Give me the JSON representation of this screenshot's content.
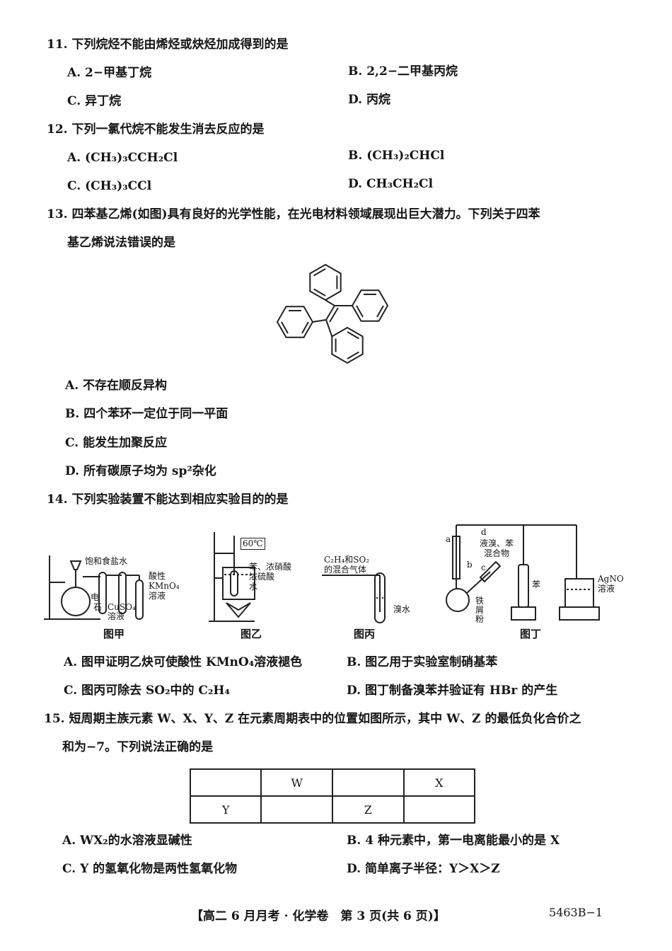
{
  "q11": {
    "stem": "11. 下列烷烃不能由烯烃或炔烃加成得到的是",
    "options": [
      "A. 2−甲基丁烷",
      "B. 2,2−二甲基丙烷",
      "C. 异丁烷",
      "D. 丙烷"
    ]
  },
  "q12": {
    "stem": "12. 下列一氯代烷不能发生消去反应的是",
    "options": [
      "A. (CH₃)₃CCH₂Cl",
      "B. (CH₃)₂CHCl",
      "C. (CH₃)₃CCl",
      "D. CH₃CH₂Cl"
    ]
  },
  "q13": {
    "stem_line1": "13. 四苯基乙烯(如图)具有良好的光学性能，在光电材料领域展现出巨大潜力。下列关于四苯",
    "stem_line2": "基乙烯说法错误的是",
    "options": [
      "A. 不存在顺反异构",
      "B. 四个苯环一定位于同一平面",
      "C. 能发生加聚反应",
      "D. 所有碳原子均为 sp²杂化"
    ]
  },
  "q14": {
    "stem": "14. 下列实验装置不能达到相应实验目的的是",
    "fig_labels": {
      "jia": "图甲",
      "yi": "图乙",
      "bing": "图丙",
      "ding": "图丁",
      "saturated_brine": "饱和食盐水",
      "electrode1": "电",
      "electrode2": "石",
      "cuso4_1": "CuSO₄",
      "cuso4_2": "溶液",
      "acid_1": "酸性",
      "acid_2": "KMnO₄",
      "acid_3": "溶液",
      "temp": "60℃",
      "mix1": "苯、浓硝酸",
      "mix2": "浓硫酸",
      "water": "水",
      "gas1": "C₂H₄和SO₂",
      "gas2": "的混合气体",
      "bromine_water": "溴水",
      "ding_a": "a",
      "ding_b": "b",
      "ding_c": "c",
      "ding_d": "d",
      "ding_mix1": "液溴、苯",
      "ding_mix2": "混合物",
      "ding_benzene": "苯",
      "ding_iron1": "铁",
      "ding_iron2": "屑",
      "ding_iron3": "粉",
      "agno3_1": "AgNO",
      "agno3_2": "溶液"
    },
    "options": [
      "A. 图甲证明乙炔可使酸性 KMnO₄溶液褪色",
      "B. 图乙用于实验室制硝基苯",
      "C. 图丙可除去 SO₂中的 C₂H₄",
      "D. 图丁制备溴苯并验证有 HBr 的产生"
    ]
  },
  "q15": {
    "stem_line1": "15. 短周期主族元素 W、X、Y、Z 在元素周期表中的位置如图所示，其中 W、Z 的最低负化合价之",
    "stem_line2": "和为−7。下列说法正确的是",
    "table": [
      [
        "",
        "W",
        "",
        "X"
      ],
      [
        "Y",
        "",
        "Z",
        ""
      ]
    ],
    "options": [
      "A. WX₂的水溶液显碱性",
      "B. 4 种元素中，第一电离能最小的是 X",
      "C. Y 的氢氧化物是两性氢氧化物",
      "D. 简单离子半径：Y＞X＞Z"
    ]
  },
  "footer": {
    "center": "【高二 6 月月考 · 化学卷　第 3 页(共 6 页)】",
    "code": "5463B−1"
  }
}
